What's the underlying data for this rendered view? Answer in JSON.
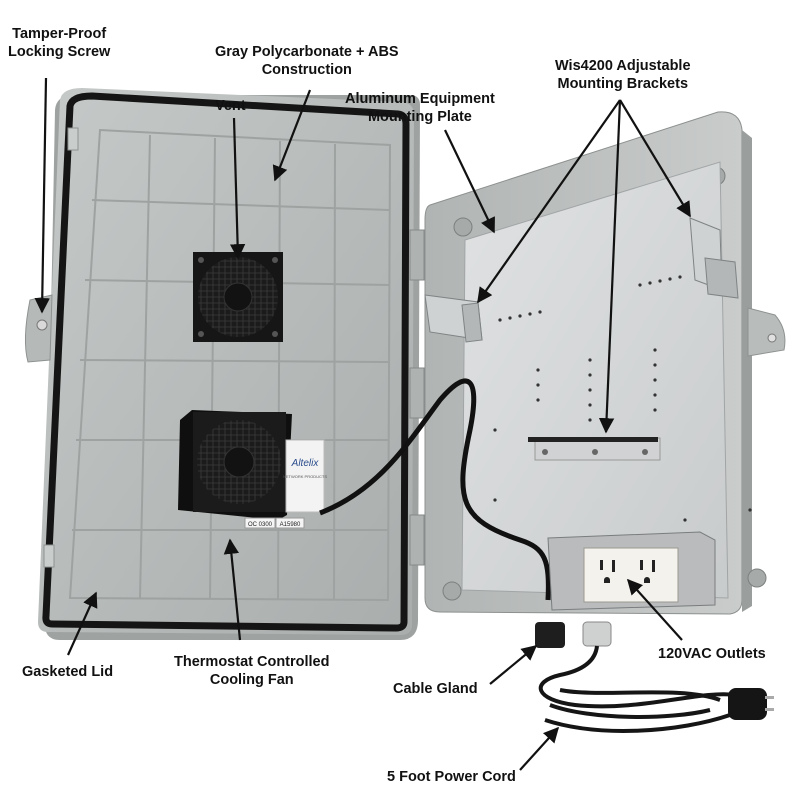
{
  "callouts": {
    "tamper_proof": [
      "Tamper-Proof",
      "Locking Screw"
    ],
    "construction": [
      "Gray Polycarbonate + ABS",
      "Construction"
    ],
    "vent": "Vent",
    "mounting_plate": [
      "Aluminum Equipment",
      "Mounting Plate"
    ],
    "brackets": [
      "Wis4200 Adjustable",
      "Mounting Brackets"
    ],
    "gasketed_lid": "Gasketed Lid",
    "cooling_fan": [
      "Thermostat Controlled",
      "Cooling Fan"
    ],
    "cable_gland": "Cable Gland",
    "outlets": "120VAC Outlets",
    "power_cord": "5 Foot Power Cord"
  },
  "product_markings": {
    "brand": "Altelix",
    "brand_sub": "NETWORK PRODUCTS",
    "sticker_a": "OC 0300",
    "sticker_b": "A15980"
  },
  "colors": {
    "enclosure_gray": "#b9bdbc",
    "plate_silver": "#d7d9da",
    "gasket": "#151515",
    "fan_black": "#1b1b1b"
  }
}
